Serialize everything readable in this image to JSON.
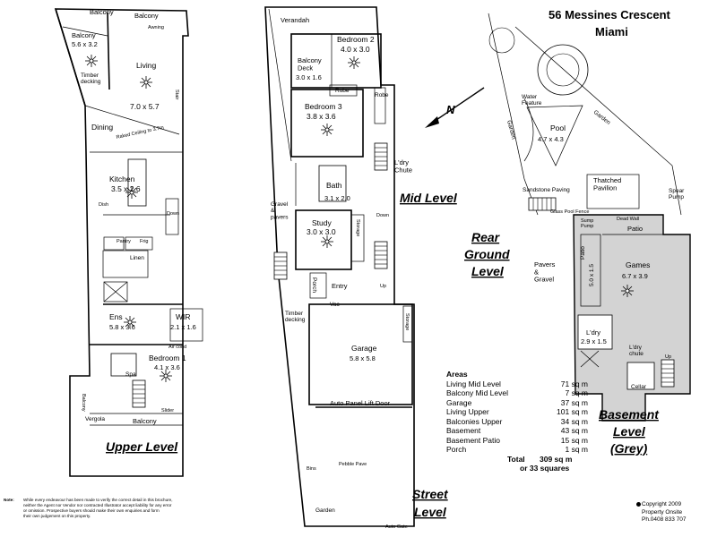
{
  "header": {
    "address": "56 Messines Crescent",
    "suburb": "Miami"
  },
  "levels": {
    "upper": "Upper Level",
    "mid": "Mid Level",
    "street_line1": "Street",
    "street_line2": "Level",
    "rear_line1": "Rear",
    "rear_line2": "Ground",
    "rear_line3": "Level",
    "basement_line1": "Basement",
    "basement_line2": "Level",
    "basement_line3": "(Grey)"
  },
  "upper_rooms": {
    "balcony_top": "Balcony",
    "balcony_left": "Balcony",
    "balcony_left_dim": "5.6 x 3.2",
    "awning": "Awning",
    "timber_decking": "Timber\ndecking",
    "living": "Living",
    "living_dim": "7.0 x 5.7",
    "dining": "Dining",
    "raked_ceiling": "Raked Ceiling to 3.7m",
    "stair": "Stair",
    "kitchen": "Kitchen",
    "kitchen_dim": "3.5 x 2.6",
    "dish": "Dish",
    "pantry": "Pantry",
    "frig": "Frig",
    "linen": "Linen",
    "ens": "Ens",
    "ens_dim": "5.8 x 3.6",
    "wir": "WIR",
    "wir_dim": "2.1 x 1.6",
    "bedroom1": "Bedroom 1",
    "bedroom1_dim": "4.1 x 3.6",
    "balcony_side": "Balcony",
    "spa": "Spa",
    "vergola": "Vergola",
    "balcony_bottom": "Balcony",
    "slider": "Slider",
    "down": "Down",
    "air_cond": "Air cond"
  },
  "mid_rooms": {
    "verandah": "Verandah",
    "bedroom2": "Bedroom 2",
    "bedroom2_dim": "4.0 x 3.0",
    "balcony_deck": "Balcony\nDeck",
    "balcony_deck_dim": "3.0 x 1.6",
    "robe1": "Robe",
    "robe2": "Robe",
    "bedroom3": "Bedroom 3",
    "bedroom3_dim": "3.8 x 3.6",
    "ldry_chute": "L'dry\nChute",
    "bath": "Bath",
    "bath_dim": "3.1 x 2.0",
    "gravel_pavers": "Gravel\n&\npavers",
    "study": "Study",
    "study_dim": "3.0 x 3.0",
    "storage": "Storage",
    "porch": "Porch",
    "entry": "Entry",
    "vac": "Vac",
    "up": "Up",
    "down": "Down",
    "timber_decking": "Timber\ndecking",
    "garage": "Garage",
    "garage_dim": "5.8 x 5.8",
    "garage_storage": "Storage",
    "auto_door": "Auto Panel Lift Door",
    "bins": "Bins",
    "pebble_pave": "Pebble Pave",
    "garden": "Garden",
    "auto_gate": "Auto Gate"
  },
  "rear_rooms": {
    "garden_left": "Garden",
    "garden_right": "Garden",
    "water_feature": "Water\nFeature",
    "pool": "Pool",
    "pool_dim": "4.7 x 4.3",
    "sandstone": "Sandstone Paving",
    "pavilion": "Thatched\nPavilion",
    "spear_pump": "Spear\nPump",
    "glass_fence": "Glass Pool Fence",
    "pavers_gravel": "Pavers\n&\nGravel"
  },
  "basement_rooms": {
    "sump_pump": "Sump\nPump",
    "dead_wall": "Dead Wall",
    "patio_top": "Patio",
    "patio_side": "Patio",
    "patio_side_dim": "5.0 x 1.5",
    "games": "Games",
    "games_dim": "6.7 x 3.9",
    "ldry": "L'dry",
    "ldry_dim": "2.9 x 1.5",
    "ldry_chute": "L'dry\nchute",
    "cellar": "Cellar",
    "up": "Up"
  },
  "areas": {
    "title": "Areas",
    "rows": [
      {
        "label": "Living Mid Level",
        "value": "71 sq m"
      },
      {
        "label": "Balcony Mid Level",
        "value": "7 sq m"
      },
      {
        "label": "Garage",
        "value": "37 sq m"
      },
      {
        "label": "Living Upper",
        "value": "101 sq m"
      },
      {
        "label": "Balconies Upper",
        "value": "34 sq m"
      },
      {
        "label": "Basement",
        "value": "43 sq m"
      },
      {
        "label": "Basement Patio",
        "value": "15 sq m"
      },
      {
        "label": "Porch",
        "value": "1 sq m"
      }
    ],
    "total_label": "Total",
    "total_value": "309 sq m",
    "squares": "or 33 squares"
  },
  "footer": {
    "note_label": "Note:",
    "note_line1": "While every endeavour has been made to verify the correct detail in this brochure,",
    "note_line2": "neither the Agent nor Vendor nor contracted Illustrator accept liability for any error",
    "note_line3": "or omission. Prospective buyers should make their own enquiries and form",
    "note_line4": "their own judgement on this property.",
    "copyright": "Copyright 2009",
    "company": "Property Onsite",
    "phone": "Ph.0408 833 707"
  }
}
